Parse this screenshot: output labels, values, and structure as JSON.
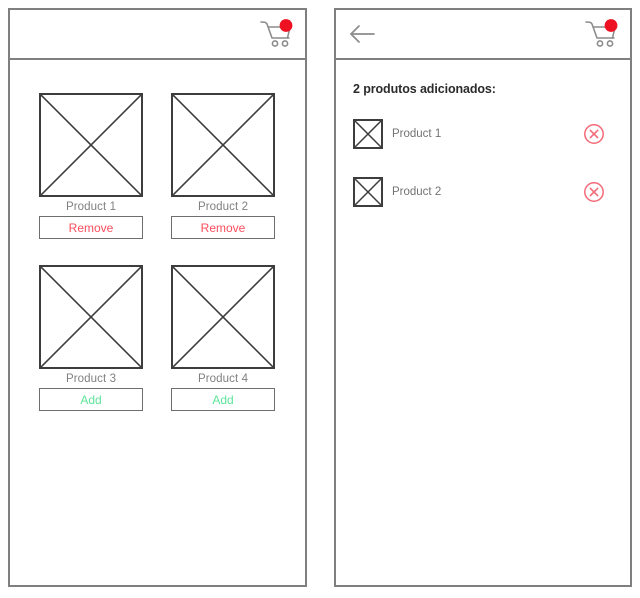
{
  "screens": {
    "catalog": {
      "header": {
        "cart_icon": "shopping-cart-icon",
        "badge_color": "#ee1122"
      },
      "products": [
        {
          "name": "Product 1",
          "action_label": "Remove",
          "action_type": "remove",
          "thumb_icon": "image-placeholder-icon"
        },
        {
          "name": "Product 2",
          "action_label": "Remove",
          "action_type": "remove",
          "thumb_icon": "image-placeholder-icon"
        },
        {
          "name": "Product 3",
          "action_label": "Add",
          "action_type": "add",
          "thumb_icon": "image-placeholder-icon"
        },
        {
          "name": "Product 4",
          "action_label": "Add",
          "action_type": "add",
          "thumb_icon": "image-placeholder-icon"
        }
      ]
    },
    "cart": {
      "header": {
        "back_icon": "back-arrow-icon",
        "cart_icon": "shopping-cart-icon",
        "badge_color": "#ee1122"
      },
      "heading": "2 produtos adicionados:",
      "items": [
        {
          "name": "Product 1",
          "thumb_icon": "image-placeholder-icon",
          "remove_icon": "circle-x-icon"
        },
        {
          "name": "Product 2",
          "thumb_icon": "image-placeholder-icon",
          "remove_icon": "circle-x-icon"
        }
      ]
    }
  },
  "colors": {
    "frame_border": "#7f7f7f",
    "thumb_border": "#3d3d3d",
    "label_text": "#808080",
    "heading_text": "#2b2b2b",
    "remove_text": "#fa4d5e",
    "add_text": "#5ce49a",
    "remove_icon": "#f46a78",
    "badge_red": "#ee1122",
    "cart_gray": "#8c8c8c"
  }
}
